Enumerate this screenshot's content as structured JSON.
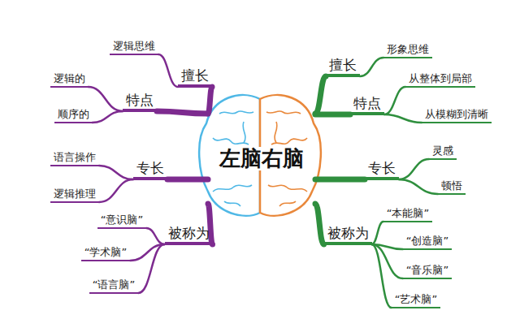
{
  "diagram": {
    "nodes": [
      {
        "text": [
          "左脑右脑"
        ]
      },
      {
        "text": [
          "擅长"
        ]
      },
      {
        "text": [
          "逻辑思维"
        ]
      },
      {
        "text": [
          "特点"
        ]
      },
      {
        "text": [
          "逻辑的"
        ]
      },
      {
        "text": [
          "顺序的"
        ]
      },
      {
        "text": [
          "专长"
        ]
      },
      {
        "text": [
          "语言操作"
        ]
      },
      {
        "text": [
          "逻辑推理"
        ]
      },
      {
        "text": [
          "被称为"
        ]
      },
      {
        "text": [
          "“意识脑”"
        ]
      },
      {
        "text": [
          "“学术脑”"
        ]
      },
      {
        "text": [
          "“语言脑”"
        ]
      },
      {
        "text": [
          "擅长"
        ]
      },
      {
        "text": [
          "形象思维"
        ]
      },
      {
        "text": [
          "特点"
        ]
      },
      {
        "text": [
          "从整体到局部"
        ]
      },
      {
        "text": [
          "从模糊到清晰"
        ]
      },
      {
        "text": [
          "专长"
        ]
      },
      {
        "text": [
          "灵感"
        ]
      },
      {
        "text": [
          "顿悟"
        ]
      },
      {
        "text": [
          "被称为"
        ]
      },
      {
        "text": [
          "“本能脑”"
        ]
      },
      {
        "text": [
          "“创造脑”"
        ]
      },
      {
        "text": [
          "“音乐脑”"
        ]
      },
      {
        "text": [
          "“艺术脑”"
        ]
      }
    ],
    "edges": [
      {
        "from": 0,
        "to": 1,
        "arrow": "none"
      },
      {
        "from": 1,
        "to": 2,
        "arrow": "none"
      },
      {
        "from": 0,
        "to": 3,
        "arrow": "none"
      },
      {
        "from": 3,
        "to": 4,
        "arrow": "none"
      },
      {
        "from": 3,
        "to": 5,
        "arrow": "none"
      },
      {
        "from": 0,
        "to": 6,
        "arrow": "none"
      },
      {
        "from": 6,
        "to": 7,
        "arrow": "none"
      },
      {
        "from": 6,
        "to": 8,
        "arrow": "none"
      },
      {
        "from": 0,
        "to": 9,
        "arrow": "none"
      },
      {
        "from": 9,
        "to": 10,
        "arrow": "none"
      },
      {
        "from": 9,
        "to": 11,
        "arrow": "none"
      },
      {
        "from": 9,
        "to": 12,
        "arrow": "none"
      },
      {
        "from": 0,
        "to": 13,
        "arrow": "none"
      },
      {
        "from": 13,
        "to": 14,
        "arrow": "none"
      },
      {
        "from": 0,
        "to": 15,
        "arrow": "none"
      },
      {
        "from": 15,
        "to": 16,
        "arrow": "none"
      },
      {
        "from": 15,
        "to": 17,
        "arrow": "none"
      },
      {
        "from": 0,
        "to": 18,
        "arrow": "none"
      },
      {
        "from": 18,
        "to": 19,
        "arrow": "none"
      },
      {
        "from": 18,
        "to": 20,
        "arrow": "none"
      },
      {
        "from": 0,
        "to": 21,
        "arrow": "none"
      },
      {
        "from": 21,
        "to": 22,
        "arrow": "none"
      },
      {
        "from": 21,
        "to": 23,
        "arrow": "none"
      },
      {
        "from": 21,
        "to": 24,
        "arrow": "none"
      },
      {
        "from": 21,
        "to": 25,
        "arrow": "none"
      }
    ]
  }
}
